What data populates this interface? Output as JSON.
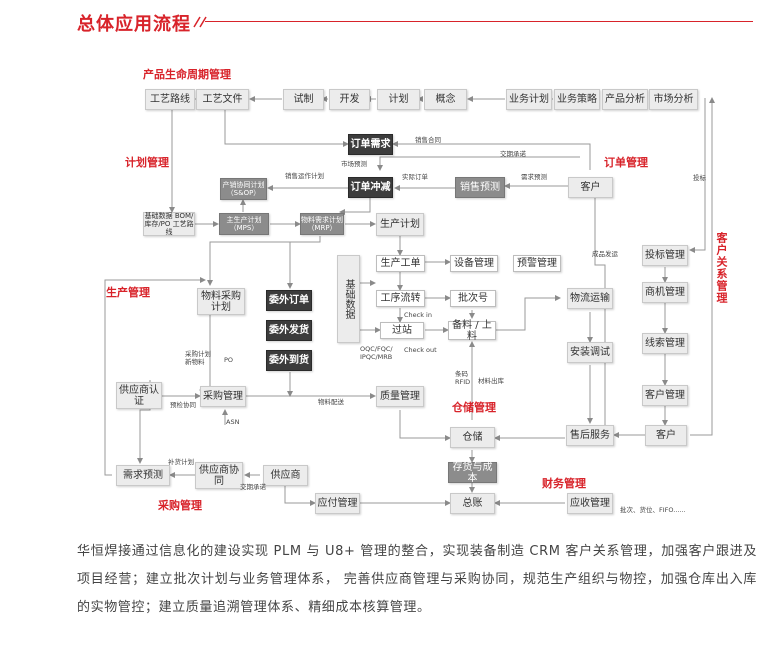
{
  "title": "总体应用流程",
  "sections": {
    "plm": "产品生命周期管理",
    "plan": "计划管理",
    "order": "订单管理",
    "production": "生产管理",
    "crm": "客户关系管理",
    "warehouse": "仓储管理",
    "finance": "财务管理",
    "purchase": "采购管理"
  },
  "nodes": {
    "craft_route": "工艺路线",
    "craft_doc": "工艺文件",
    "trial": "试制",
    "develop": "开发",
    "plan": "计划",
    "concept": "概念",
    "biz_plan": "业务计划",
    "biz_strategy": "业务策略",
    "product_analysis": "产品分析",
    "market_analysis": "市场分析",
    "order_demand": "订单需求",
    "order_offset": "订单冲减",
    "sales_forecast": "销售预测",
    "customer_top": "客户",
    "sop": "产销协同计划（S&OP）",
    "base_bom": "基础数据 BOM/库存/PO 工艺路线",
    "mps": "主生产计划（MPS）",
    "mrp": "物料需求计划（MRP）",
    "prod_plan": "生产计划",
    "base_data": "基础数据",
    "prod_order": "生产工单",
    "equip_mgmt": "设备管理",
    "alert_mgmt": "预警管理",
    "material_plan": "物料采购计划",
    "outsource_order": "委外订单",
    "outsource_ship": "委外发货",
    "outsource_arrive": "委外到货",
    "process_flow": "工序流转",
    "batch_no": "批次号",
    "station": "过站",
    "prep_material": "备料 / 上料",
    "logistics": "物流运输",
    "install": "安装调试",
    "bid_mgmt": "投标管理",
    "opportunity": "商机管理",
    "lead_mgmt": "线索管理",
    "customer_mgmt": "客户管理",
    "supplier_cert": "供应商认证",
    "purchase_mgmt": "采购管理",
    "quality_mgmt": "质量管理",
    "warehouse": "仓储",
    "aftersales": "售后服务",
    "customer_bottom": "客户",
    "demand_forecast": "需求预测",
    "supplier_collab": "供应商协同",
    "supplier": "供应商",
    "inventory_cost": "存货与成本",
    "payable": "应付管理",
    "ledger": "总账",
    "receivable": "应收管理"
  },
  "labels": {
    "sales_contract": "销售合同",
    "delivery_demand": "交期承诺",
    "market_forecast": "市场预测",
    "actual_order": "实际订单",
    "sales_ops_plan": "销售运作计划",
    "demand_forecast": "需求预测",
    "bid": "投标",
    "deal": "成品发运",
    "check_in": "Check in",
    "check_out": "Check out",
    "oqc": "OQC/FQC/ IPQC/MRB",
    "purchase_plan": "采购计划 新物料",
    "po": "PO",
    "pre_collab": "预检协同",
    "asn": "ASN",
    "material_dist": "物料配送",
    "barcode": "条码 RFID",
    "material_out": "材料出库",
    "replenish": "补货计划",
    "delivery_req": "交期承诺",
    "batch_info": "批次、货位、FIFO......"
  },
  "paragraph": "华恒焊接通过信息化的建设实现 PLM 与 U8+ 管理的整合，实现装备制造 CRM 客户关系管理，加强客户跟进及项目经营；建立批次计划与业务管理体系， 完善供应商管理与采购协同，规范生产组织与物控，加强仓库出入库的实物管控；建立质量追溯管理体系、精细成本核算管理。"
}
